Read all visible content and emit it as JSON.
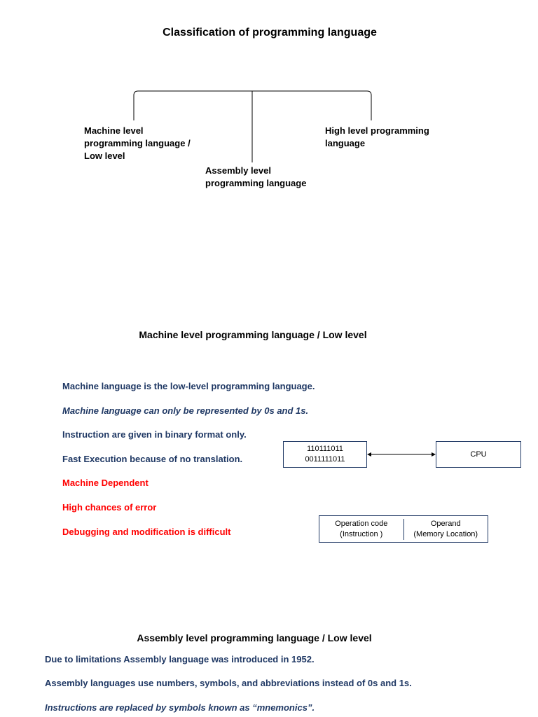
{
  "title": "Classification of programming language",
  "tree": {
    "left_label": [
      "Machine level",
      "programming language /",
      "Low level"
    ],
    "middle_label": [
      "Assembly level",
      "programming language"
    ],
    "right_label": [
      "High level programming",
      "language"
    ]
  },
  "machine_section": {
    "heading": "Machine level programming language / Low level",
    "points": [
      "Machine language is the low-level programming language.",
      "Machine language can only be represented by 0s and 1s.",
      "Instruction are given in binary format only.",
      "Fast Execution because of no translation.",
      "Machine Dependent",
      "High chances of error",
      "Debugging and modification is difficult"
    ],
    "binary_box": [
      "110111011",
      "0011111011"
    ],
    "cpu_box": "CPU",
    "instruction_box": {
      "left": [
        "Operation code",
        "(Instruction )"
      ],
      "right": [
        "Operand",
        "(Memory Location)"
      ]
    }
  },
  "assembly_section": {
    "heading": "Assembly level programming language / Low level",
    "points": [
      "Due to limitations Assembly language was introduced in 1952.",
      "Assembly languages use numbers, symbols, and abbreviations instead of 0s and 1s.",
      "Instructions are replaced by symbols known as “mnemonics”."
    ]
  },
  "colors": {
    "navy": "#1f3864",
    "red": "#ff0000",
    "black": "#000000"
  }
}
